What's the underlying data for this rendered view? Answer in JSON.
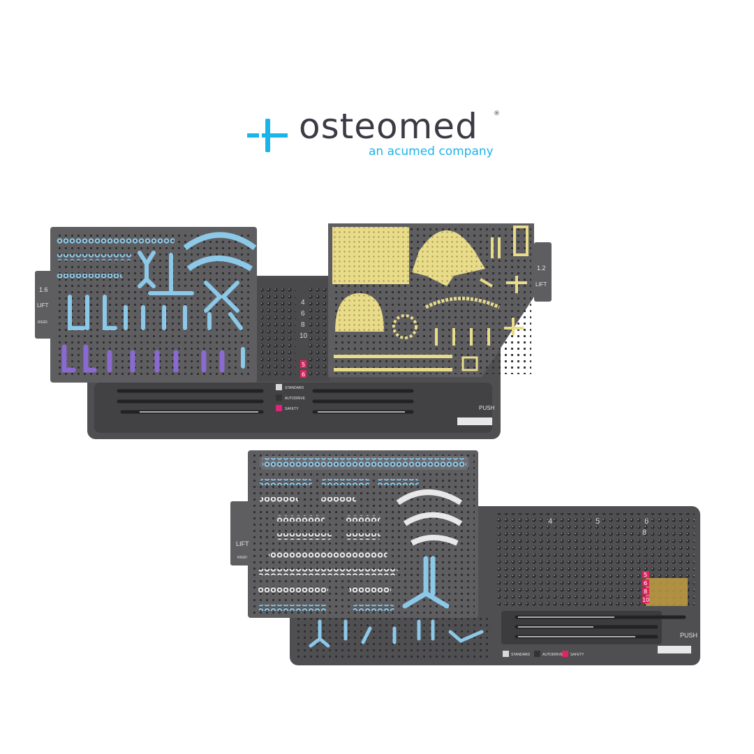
{
  "logo": {
    "brand": "osteomed",
    "registered": "®",
    "tagline": "an acumed company"
  },
  "top_tray": {
    "left_size": "1.6",
    "left_lift": "LIFT",
    "left_rigid": "RIGID",
    "right_size": "1.2",
    "right_lift": "LIFT",
    "push": "PUSH",
    "legend": [
      "STANDARD",
      "AUTODRIVE",
      "SAFETY"
    ],
    "screw_lengths": [
      "4",
      "6",
      "8",
      "10"
    ],
    "safety_lengths": [
      "5",
      "6"
    ]
  },
  "bottom_tray": {
    "lift": "LIFT",
    "rigid": "RIGID",
    "push": "PUSH",
    "legend": [
      "STANDARD",
      "AUTODRIVE",
      "SAFETY"
    ],
    "col_labels": [
      "4",
      "5",
      "6",
      "8"
    ],
    "safety_lengths": [
      "5",
      "6",
      "8",
      "10"
    ]
  },
  "colors": {
    "brand_blue": "#1bb4ea",
    "brand_dark": "#3a3b45",
    "tray_gray": "#5a5a5c",
    "plate_blue": "#8cc8e8",
    "plate_gold": "#e8dc8a",
    "safety_red": "#e0245e"
  }
}
